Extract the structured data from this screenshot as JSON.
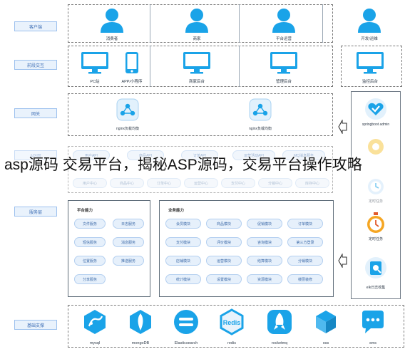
{
  "layers": {
    "client": "客户端",
    "frontend": "前段交互",
    "gateway": "网关",
    "api": "API层",
    "service": "服务层",
    "infra": "基础支撑"
  },
  "users": [
    "消费者",
    "商家",
    "平台运营",
    "开发/运维"
  ],
  "frontends": [
    "PC站",
    "APP/小程序",
    "商家后台",
    "管理后台",
    "监控后台"
  ],
  "gateway": {
    "left": "nginx负载均衡",
    "right": "nginx负载均衡"
  },
  "api_row1": [
    "用户API",
    "商品API",
    "订单API",
    "运营活动API",
    "MQ消息服务"
  ],
  "api_row2": [
    "用户中心",
    "商品中心",
    "订单中心",
    "运营中心",
    "支付中心",
    "分销中心",
    "库存中心"
  ],
  "platform": {
    "title": "平台能力",
    "items": [
      "文件服务",
      "日志服务",
      "短信服务",
      "消息服务",
      "位置服务",
      "推送服务",
      "分享服务"
    ]
  },
  "business": {
    "title": "业务能力",
    "items": [
      "会员模块",
      "商品模块",
      "促销模块",
      "订单模块",
      "支付模块",
      "评价模块",
      "咨询模块",
      "第三方登录",
      "店铺模块",
      "运营模块",
      "结算模块",
      "分销模块",
      "统计模块",
      "设置模块",
      "资源模块",
      "楼层装修"
    ]
  },
  "monitor": [
    "springboot admin",
    "定时任务",
    "定时任务",
    "elk日志收集"
  ],
  "infra": [
    "mysql",
    "mongoDB",
    "Elasticsearch",
    "redis",
    "rocketmq",
    "oss",
    "sms"
  ],
  "overlay": "asp源码 交易平台，揭秘ASP源码，交易平台操作攻略",
  "colors": {
    "accent": "#1aa3e8",
    "label_border": "#9dc1ee"
  }
}
